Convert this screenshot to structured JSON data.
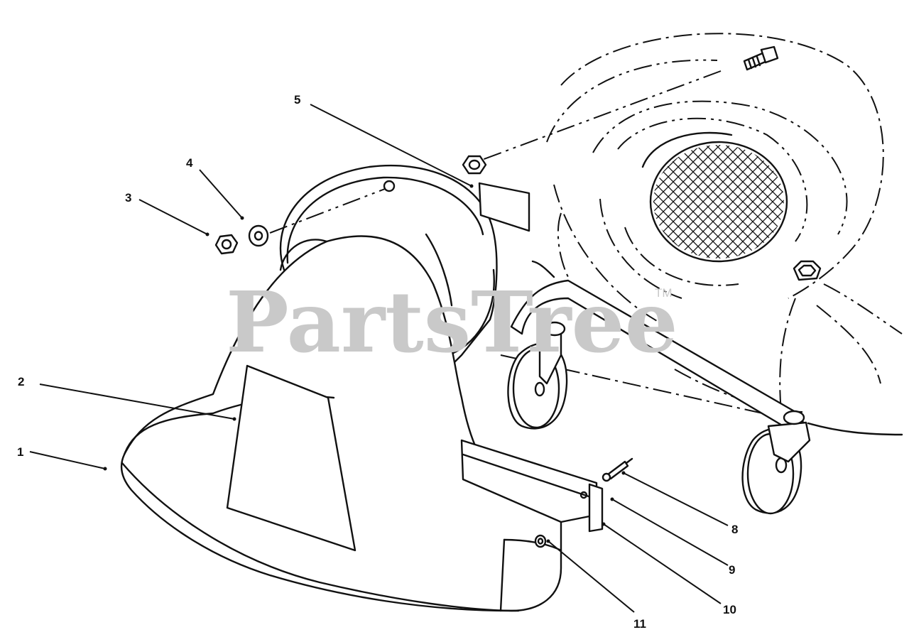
{
  "watermark": {
    "text": "PartsTree",
    "trademark": "TM"
  },
  "callouts": [
    {
      "id": "1",
      "label": "1"
    },
    {
      "id": "2",
      "label": "2"
    },
    {
      "id": "3",
      "label": "3"
    },
    {
      "id": "4",
      "label": "4"
    },
    {
      "id": "5",
      "label": "5"
    },
    {
      "id": "8",
      "label": "8"
    },
    {
      "id": "9",
      "label": "9"
    },
    {
      "id": "10",
      "label": "10"
    },
    {
      "id": "11",
      "label": "11"
    }
  ],
  "colors": {
    "line": "#111111",
    "watermark": "#c9c9c9",
    "background": "#ffffff"
  }
}
